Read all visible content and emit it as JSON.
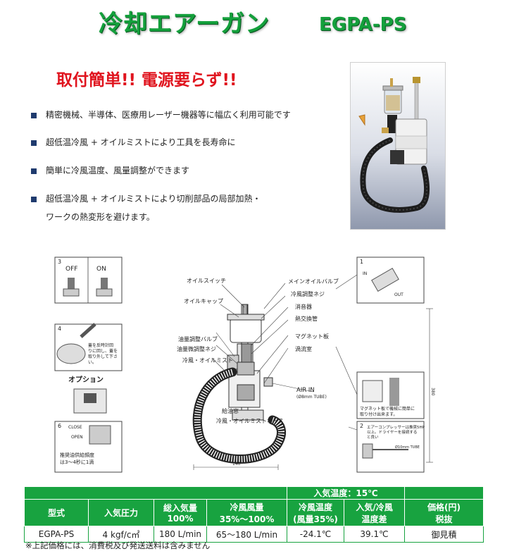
{
  "header": {
    "title": "冷却エアーガン",
    "model": "EGPA-PS"
  },
  "headline": "取付簡単!!  電源要らず!!",
  "features": [
    "精密機械、半導体、医療用レーザー機器等に幅広く利用可能です",
    "超低温冷風 + オイルミストにより工具を長寿命に",
    "簡単に冷風温度、風量調整ができます",
    "超低温冷風 + オイルミストにより切削部品の局部加熱・\nワークの熱変形を避けます。"
  ],
  "diagram": {
    "panels": {
      "p3": {
        "num": "3",
        "off": "OFF",
        "on": "ON"
      },
      "p4": {
        "num": "4",
        "note1": "蓋を反時計回",
        "note2": "りに回し、蓋を",
        "note3": "取り外して下さ",
        "note4": "い。"
      },
      "option": "オプション",
      "p6": {
        "num": "6",
        "close": "CLOSE",
        "open": "OPEN",
        "note1": "推奨油供給頻度",
        "note2": "は3～4秒に1滴"
      },
      "p1": {
        "num": "1",
        "in": "IN",
        "out": "OUT"
      },
      "p2": {
        "note1": "マグネット板で機械に簡単に",
        "note2": "取り付け出来ます。"
      },
      "p5": {
        "num": "2",
        "note1": "エアーコンプレッサーは推奨5HP",
        "note2": "以上。ドライヤーを接続する",
        "note3": "と良い",
        "tube": "Ø10mm TUBE"
      }
    },
    "labels": {
      "oil_switch": "オイルスイッチ",
      "oil_cap": "オイルキャップ",
      "oil_adjust_valve": "油量調整バルブ",
      "oil_fine_screw": "油量微調整ネジ",
      "cold_air_mist": "冷風・オイルミスト",
      "main_oil_valve": "メインオイルバルブ",
      "air_adjust_screw": "冷風調整ネジ",
      "muffler": "消音器",
      "heat_exchanger": "熱交換管",
      "magnet_plate": "マグネット板",
      "vortex_chamber": "渦流室",
      "air_in": "AIR  IN",
      "air_in_tube": "(Ø8mm TUBE)",
      "oil_window": "給油窓",
      "hose": "冷風・オイルミストホース",
      "dim_width": "140",
      "dim_height": "380"
    }
  },
  "spec": {
    "group_header": "入気温度：15℃",
    "headers": {
      "model": "型式",
      "inlet_pressure": "入気圧力",
      "total_air_line1": "総入気量",
      "total_air_line2": "100%",
      "cold_air_line1": "冷風風量",
      "cold_air_line2": "35%～100%",
      "cold_temp_line1": "冷風温度",
      "cold_temp_line2": "(風量35%)",
      "temp_diff_line1": "入気/冷風",
      "temp_diff_line2": "温度差",
      "price_line1": "価格(円)",
      "price_line2": "税抜"
    },
    "row": {
      "model": "EGPA-PS",
      "inlet_pressure": "4 kgf/c㎡",
      "total_air": "180 L/min",
      "cold_air": "65～180 L/min",
      "cold_temp": "-24.1℃",
      "temp_diff": "39.1℃",
      "price": "御見積"
    }
  },
  "note": "※上記価格には、消費税及び発送送料は含みません"
}
